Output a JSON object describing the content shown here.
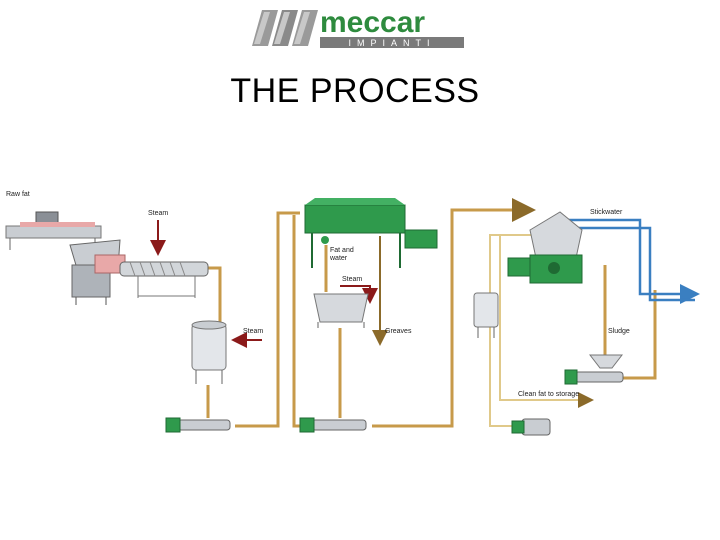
{
  "logo": {
    "text": "meccar",
    "subtext": "IMPIANTI"
  },
  "title": "THE PROCESS",
  "labels": {
    "raw_fat": "Raw fat",
    "steam_1": "Steam",
    "steam_2": "Steam",
    "steam_3": "Steam",
    "fat_and_water_1": "Fat and",
    "fat_and_water_2": "water",
    "greaves": "Greaves",
    "stickwater": "Stickwater",
    "sludge": "Sludge",
    "clean_fat": "Clean fat to storage"
  },
  "colors": {
    "brand_green": "#2e8b3e",
    "pipe_fat": "#c79a4a",
    "pipe_light": "#e0c98a",
    "pipe_stickwater": "#3a7fc1",
    "steam_arrow": "#8b1a1a",
    "machine_grey": "#bfc3c8",
    "decanter_green": "#2f9a4c"
  }
}
